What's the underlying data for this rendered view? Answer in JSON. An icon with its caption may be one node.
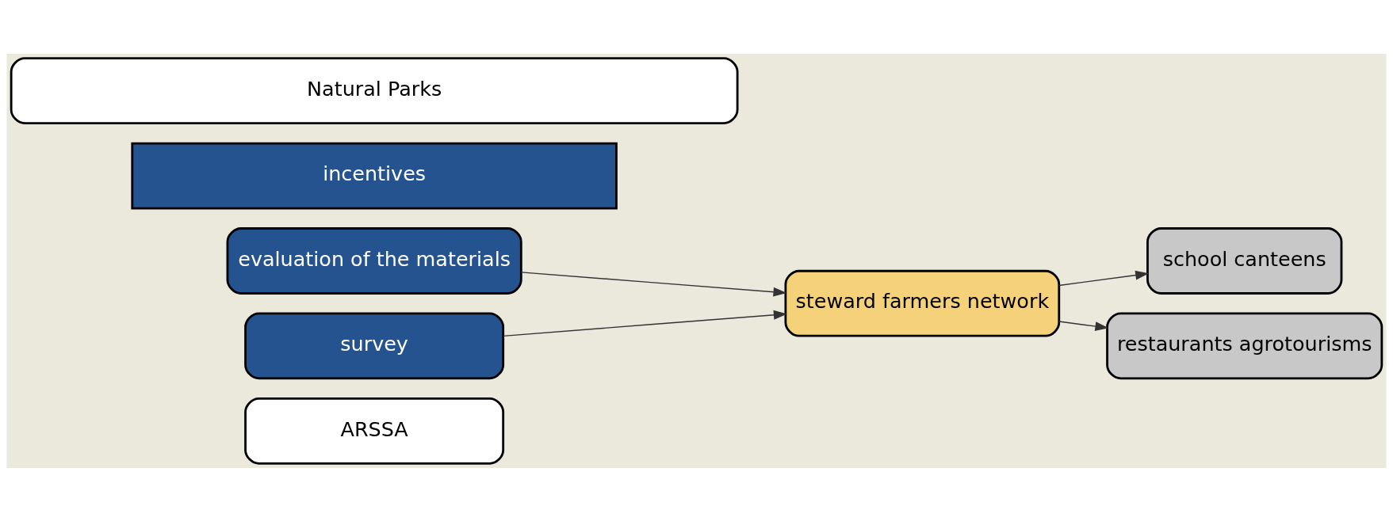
{
  "diagram": {
    "nodes": [
      {
        "text": [
          "ARSSA"
        ]
      },
      {
        "text": [
          "evaluation of the materials"
        ]
      },
      {
        "text": [
          "survey"
        ]
      },
      {
        "text": [
          "steward farmers network"
        ]
      },
      {
        "text": [
          "school canteens"
        ]
      },
      {
        "text": [
          "restaurants agrotourisms"
        ]
      },
      {
        "text": [
          "incentives"
        ]
      },
      {
        "text": [
          "Natural Parks"
        ]
      }
    ],
    "edges": [
      {
        "from": 1,
        "to": 3,
        "arrow": "to"
      },
      {
        "from": 2,
        "to": 3,
        "arrow": "to"
      },
      {
        "from": 3,
        "to": 4,
        "arrow": "to"
      },
      {
        "from": 3,
        "to": 5,
        "arrow": "to"
      }
    ]
  }
}
